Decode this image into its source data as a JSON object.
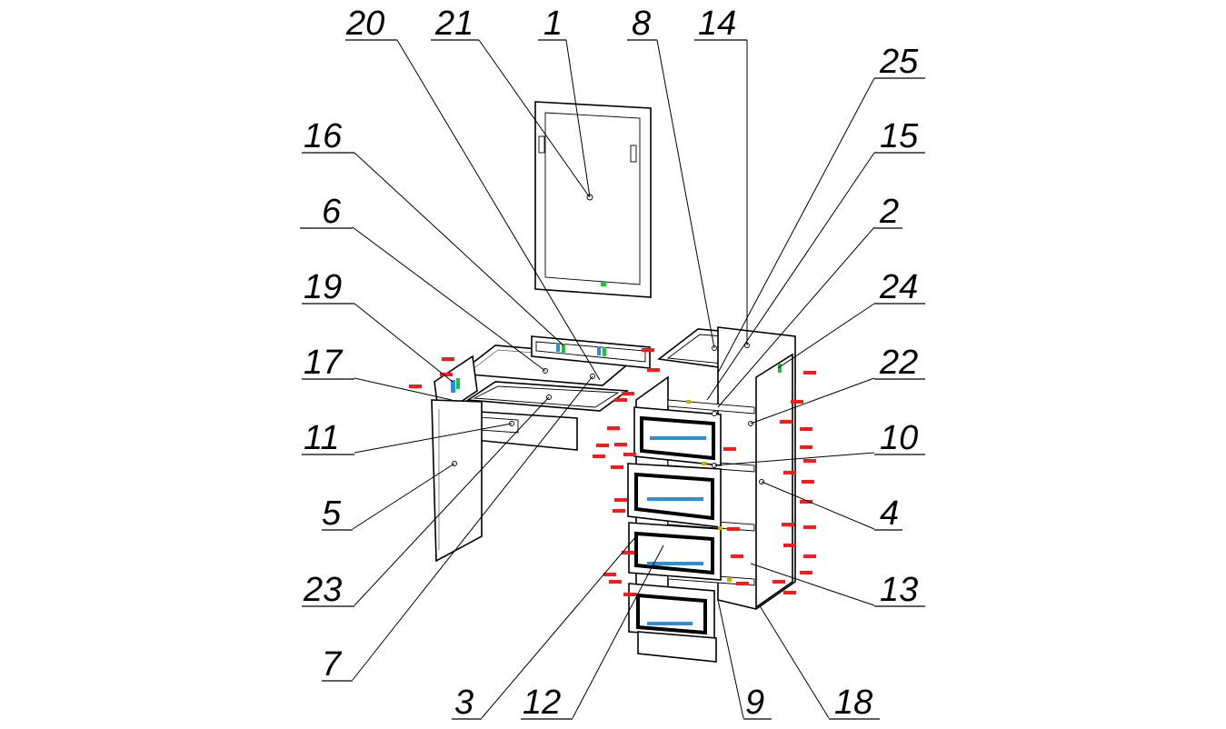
{
  "labels": [
    {
      "id": "20",
      "text": "20"
    },
    {
      "id": "21",
      "text": "21"
    },
    {
      "id": "1",
      "text": "1"
    },
    {
      "id": "8",
      "text": "8"
    },
    {
      "id": "14",
      "text": "14"
    },
    {
      "id": "25",
      "text": "25"
    },
    {
      "id": "16",
      "text": "16"
    },
    {
      "id": "15",
      "text": "15"
    },
    {
      "id": "6",
      "text": "6"
    },
    {
      "id": "2",
      "text": "2"
    },
    {
      "id": "19",
      "text": "19"
    },
    {
      "id": "24",
      "text": "24"
    },
    {
      "id": "17",
      "text": "17"
    },
    {
      "id": "22",
      "text": "22"
    },
    {
      "id": "11",
      "text": "11"
    },
    {
      "id": "10",
      "text": "10"
    },
    {
      "id": "5",
      "text": "5"
    },
    {
      "id": "4",
      "text": "4"
    },
    {
      "id": "23",
      "text": "23"
    },
    {
      "id": "13",
      "text": "13"
    },
    {
      "id": "7",
      "text": "7"
    },
    {
      "id": "3",
      "text": "3"
    },
    {
      "id": "12",
      "text": "12"
    },
    {
      "id": "9",
      "text": "9"
    },
    {
      "id": "18",
      "text": "18"
    }
  ],
  "colors": {
    "line": "#000000",
    "background": "#ffffff",
    "fastener_red": "#ff1a1a",
    "handle_blue": "#2a8fd6",
    "hinge_green": "#22c03a"
  }
}
